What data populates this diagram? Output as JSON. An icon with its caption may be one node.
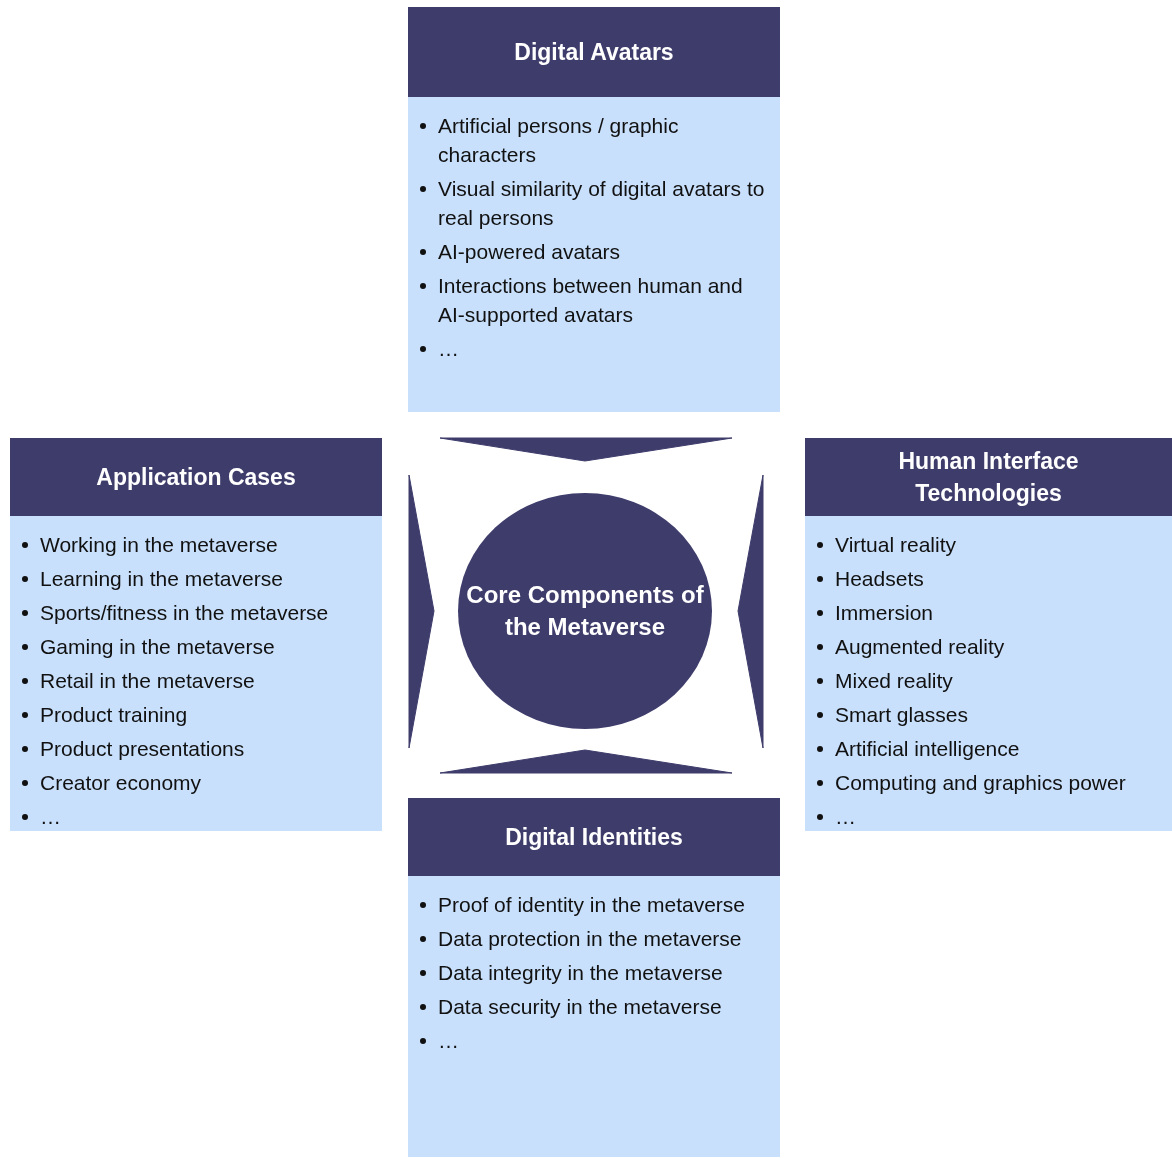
{
  "diagram": {
    "nodes": [
      {
        "text": [
          "Digital Avatars",
          "Artificial persons / graphic characters",
          "Visual similarity of digital avatars to real persons",
          "AI-powered avatars",
          "Interactions between human and AI-supported avatars",
          "…"
        ]
      },
      {
        "text": [
          "Application Cases",
          "Working in the metaverse",
          "Learning in the metaverse",
          "Sports/fitness in the metaverse",
          "Gaming in the metaverse",
          "Retail in the metaverse",
          "Product training",
          "Product presentations",
          "Creator economy",
          "…"
        ]
      },
      {
        "text": [
          "Core Components of the Metaverse"
        ]
      },
      {
        "text": [
          "Human Interface Technologies",
          "Virtual reality",
          "Headsets",
          "Immersion",
          "Augmented reality",
          "Mixed reality",
          "Smart glasses",
          "Artificial intelligence",
          "Computing and graphics power",
          "…"
        ]
      },
      {
        "text": [
          "Digital Identities",
          "Proof of identity in the metaverse",
          "Data protection in the metaverse",
          "Data integrity in the metaverse",
          "Data security in the metaverse",
          "…"
        ]
      }
    ],
    "edges": [
      {
        "from": 0,
        "to": 2,
        "arrow": "to"
      },
      {
        "from": 1,
        "to": 2,
        "arrow": "to"
      },
      {
        "from": 3,
        "to": 2,
        "arrow": "to"
      },
      {
        "from": 4,
        "to": 2,
        "arrow": "to"
      }
    ]
  }
}
